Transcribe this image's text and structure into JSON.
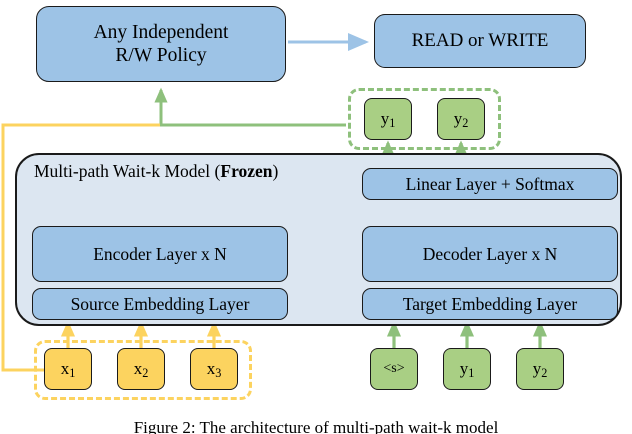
{
  "figure": {
    "caption": "Figure 2: The architecture of multi-path wait-k model"
  },
  "policy": {
    "label": "Any Independent\nR/W Policy",
    "line1": "Any Independent",
    "line2": "R/W Policy"
  },
  "action": {
    "label": "READ or WRITE"
  },
  "model": {
    "title_prefix": "Multi-path Wait-k Model (",
    "title_bold": "Frozen",
    "title_suffix": ")",
    "layers": {
      "encoder": "Encoder Layer x N",
      "source_embedding": "Source Embedding Layer",
      "decoder": "Decoder Layer x N",
      "target_embedding": "Target Embedding Layer",
      "linear_softmax": "Linear Layer + Softmax"
    }
  },
  "tokens": {
    "output_top": [
      {
        "base": "y",
        "sub": "1"
      },
      {
        "base": "y",
        "sub": "2"
      }
    ],
    "source_inputs": [
      {
        "base": "x",
        "sub": "1"
      },
      {
        "base": "x",
        "sub": "2"
      },
      {
        "base": "x",
        "sub": "3"
      }
    ],
    "target_inputs": [
      {
        "base": "<s>",
        "sub": ""
      },
      {
        "base": "y",
        "sub": "1"
      },
      {
        "base": "y",
        "sub": "2"
      }
    ]
  },
  "colors": {
    "box_blue": "#9dc3e6",
    "container_blue": "#dce6f1",
    "token_green": "#a9cf84",
    "token_yellow": "#fcd35f",
    "arrow_blue": "#9dc3e6",
    "arrow_green": "#8ec07c",
    "arrow_yellow": "#fcd35f",
    "outline": "#1a1a1a"
  }
}
